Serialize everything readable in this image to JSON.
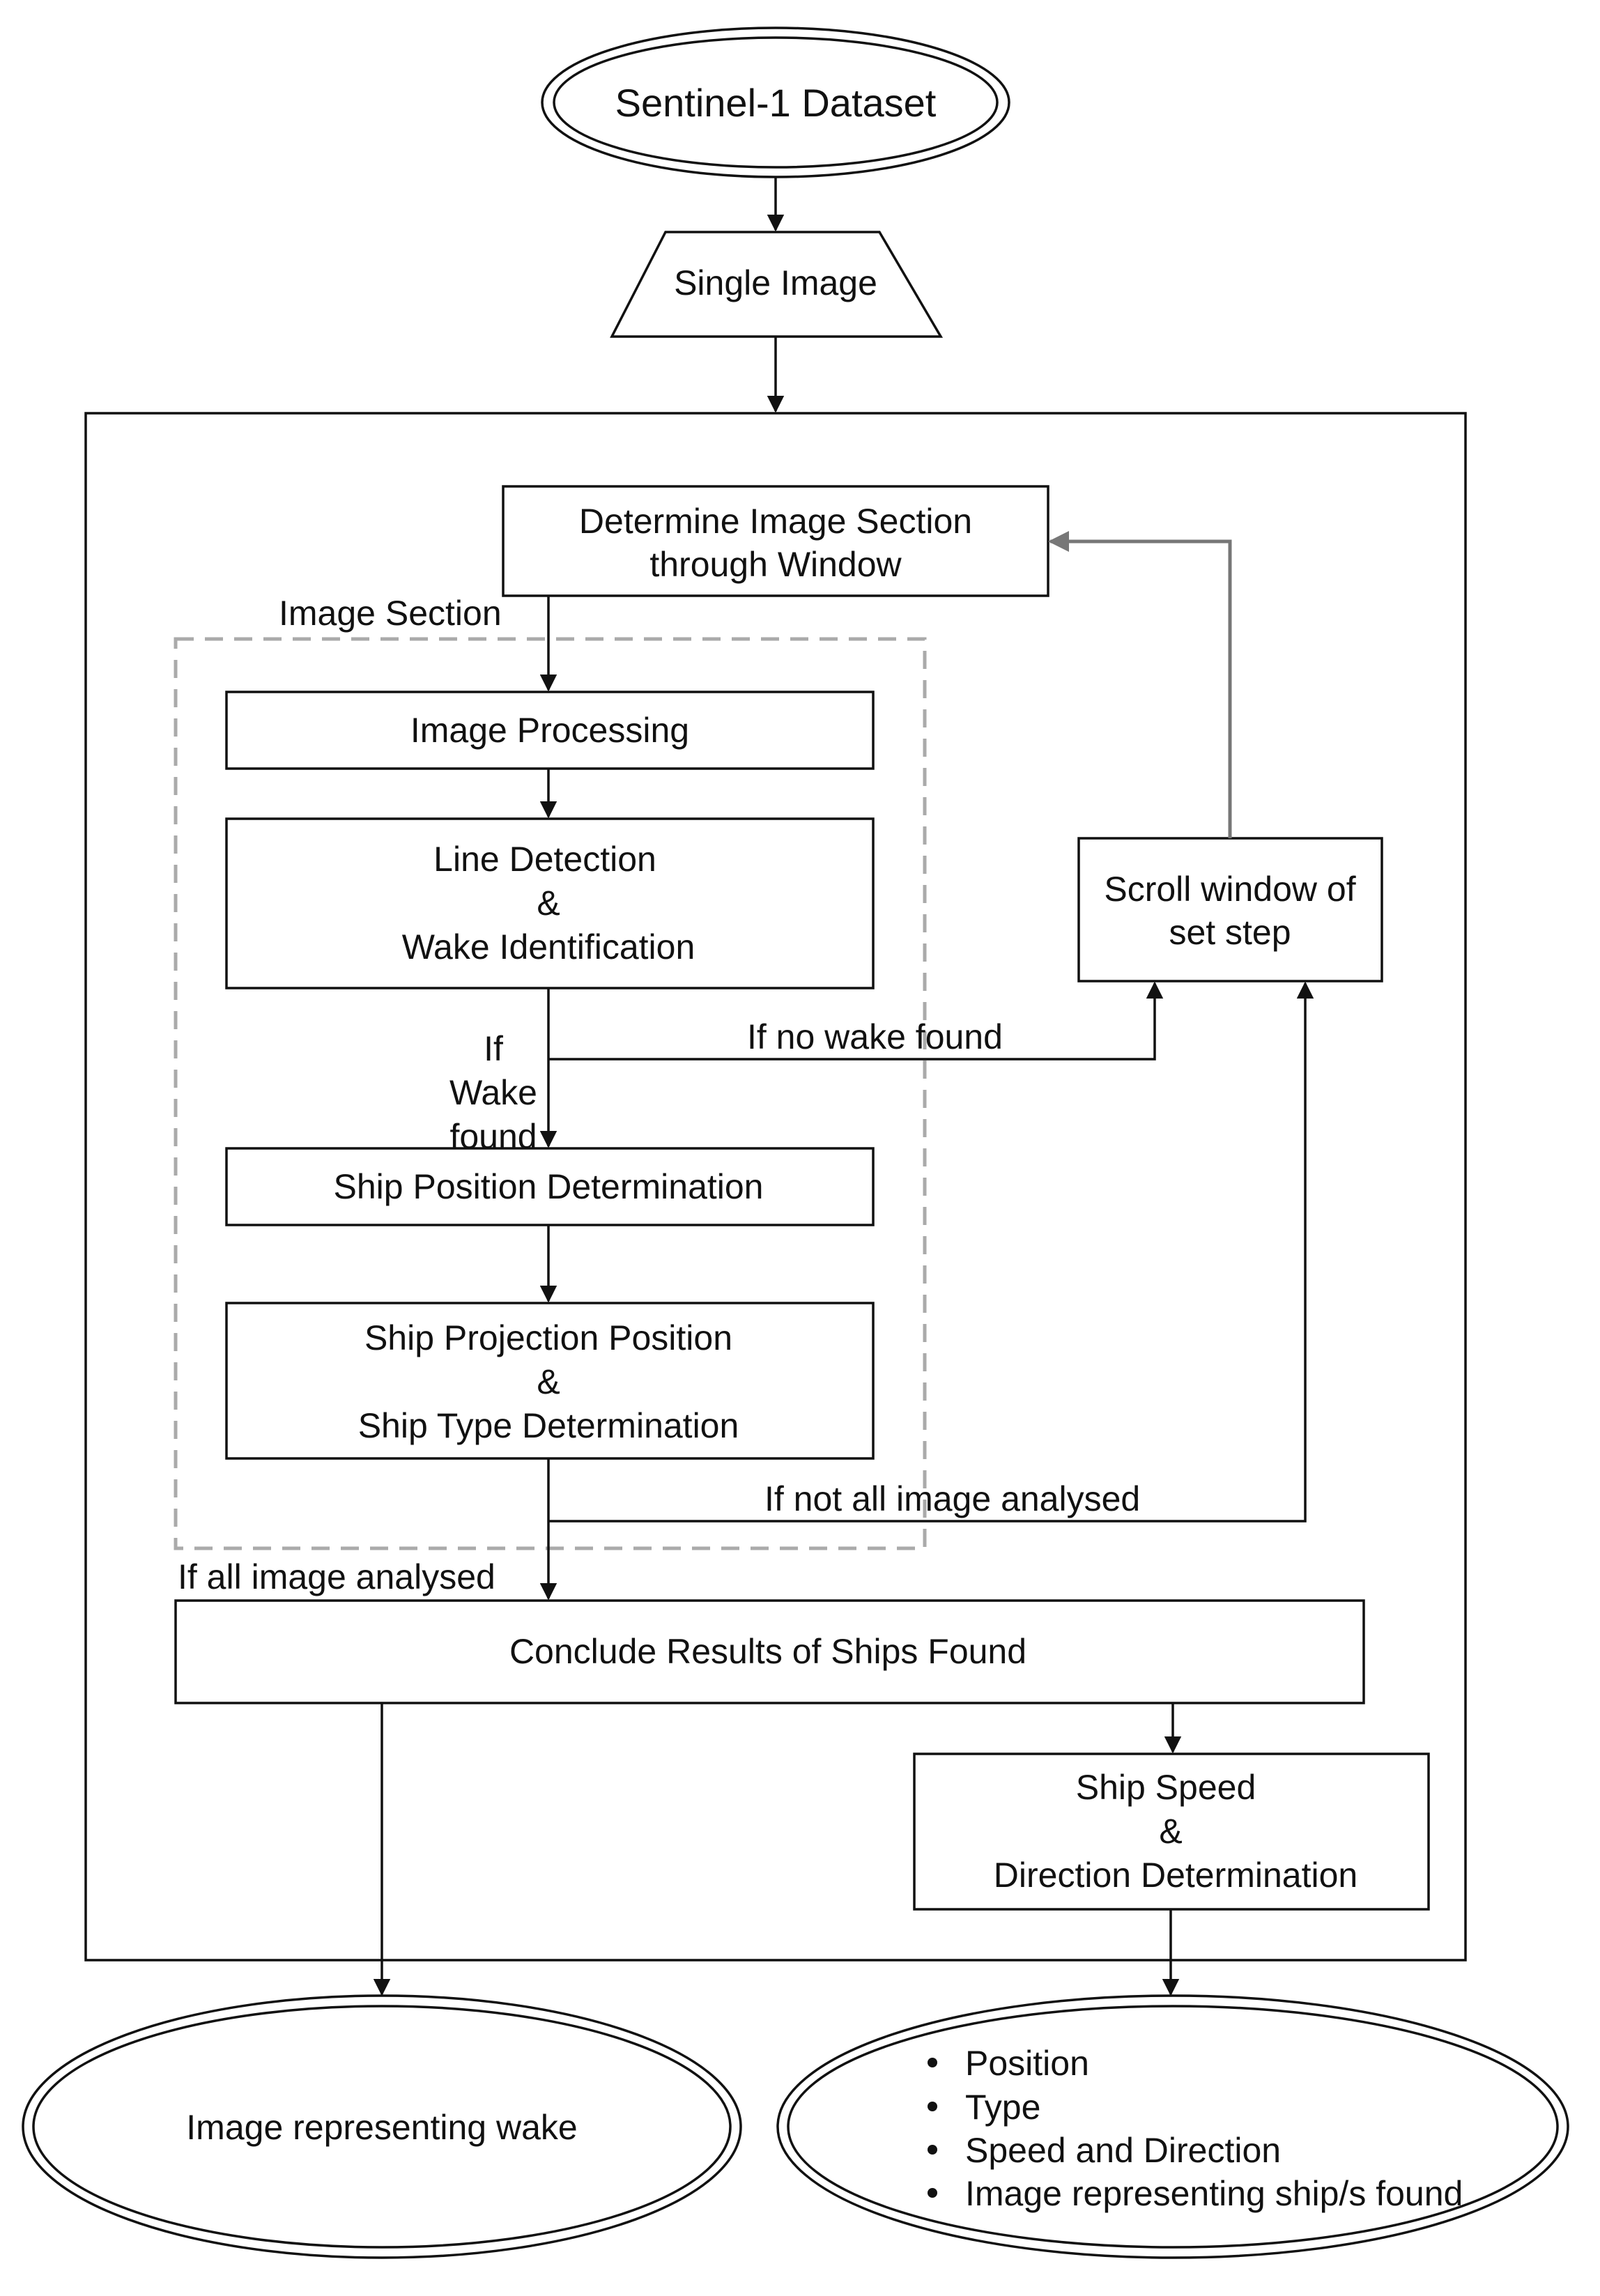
{
  "diagram": {
    "start": {
      "label": "Sentinel-1 Dataset"
    },
    "single_image": {
      "label": "Single Image"
    },
    "determine_section": {
      "line1": "Determine Image Section",
      "line2": "through Window"
    },
    "image_section_label": "Image Section",
    "image_processing": {
      "label": "Image Processing"
    },
    "line_detection": {
      "line1": "Line Detection",
      "line2": "&",
      "line3": "Wake Identification"
    },
    "scroll_window": {
      "line1": "Scroll window of",
      "line2": "set step"
    },
    "if_no_wake": "If no wake found",
    "if_wake_found": {
      "line1": "If",
      "line2": "Wake",
      "line3": "found"
    },
    "ship_position": {
      "label": "Ship Position Determination"
    },
    "ship_projection": {
      "line1": "Ship Projection Position",
      "line2": "&",
      "line3": "Ship Type Determination"
    },
    "if_not_all": "If not all image analysed",
    "if_all": "If all image analysed",
    "conclude": {
      "label": "Conclude Results of Ships Found"
    },
    "ship_speed": {
      "line1": "Ship Speed",
      "line2": "&",
      "line3": "Direction Determination"
    },
    "output_wake": {
      "label": "Image representing wake"
    },
    "output_results": {
      "items": [
        "Position",
        "Type",
        "Speed and Direction",
        "Image representing ship/s found"
      ]
    }
  }
}
